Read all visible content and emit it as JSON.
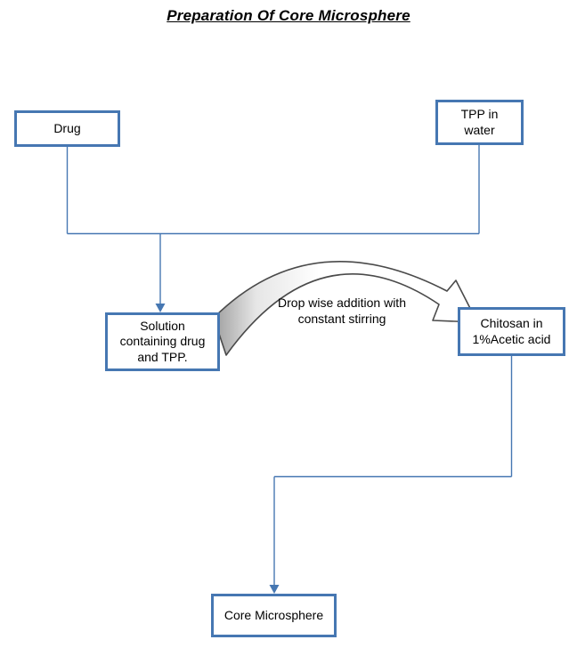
{
  "title": "Preparation Of Core Microsphere",
  "nodes": {
    "drug": {
      "label": "Drug"
    },
    "tpp": {
      "label": "TPP in water"
    },
    "solution": {
      "label": "Solution containing drug and TPP."
    },
    "chitosan": {
      "label": "Chitosan in 1%Acetic acid"
    },
    "core": {
      "label": "Core Microsphere"
    }
  },
  "annotations": {
    "dropwise": "Drop wise addition with constant stirring"
  },
  "edges": [
    {
      "from": "drug",
      "to": "solution"
    },
    {
      "from": "tpp",
      "to": "solution"
    },
    {
      "from": "solution",
      "to": "chitosan",
      "label": "Drop wise addition with constant stirring"
    },
    {
      "from": "chitosan",
      "to": "core"
    }
  ],
  "colors": {
    "box_border": "#4677b2",
    "connector": "#4677b2",
    "arrowhead": "#4677b2",
    "curved_arrow_outline": "#4a4a4a",
    "curved_arrow_fill_light": "#ffffff",
    "curved_arrow_fill_shade": "#9e9e9e",
    "text": "#000000",
    "background": "#ffffff"
  }
}
